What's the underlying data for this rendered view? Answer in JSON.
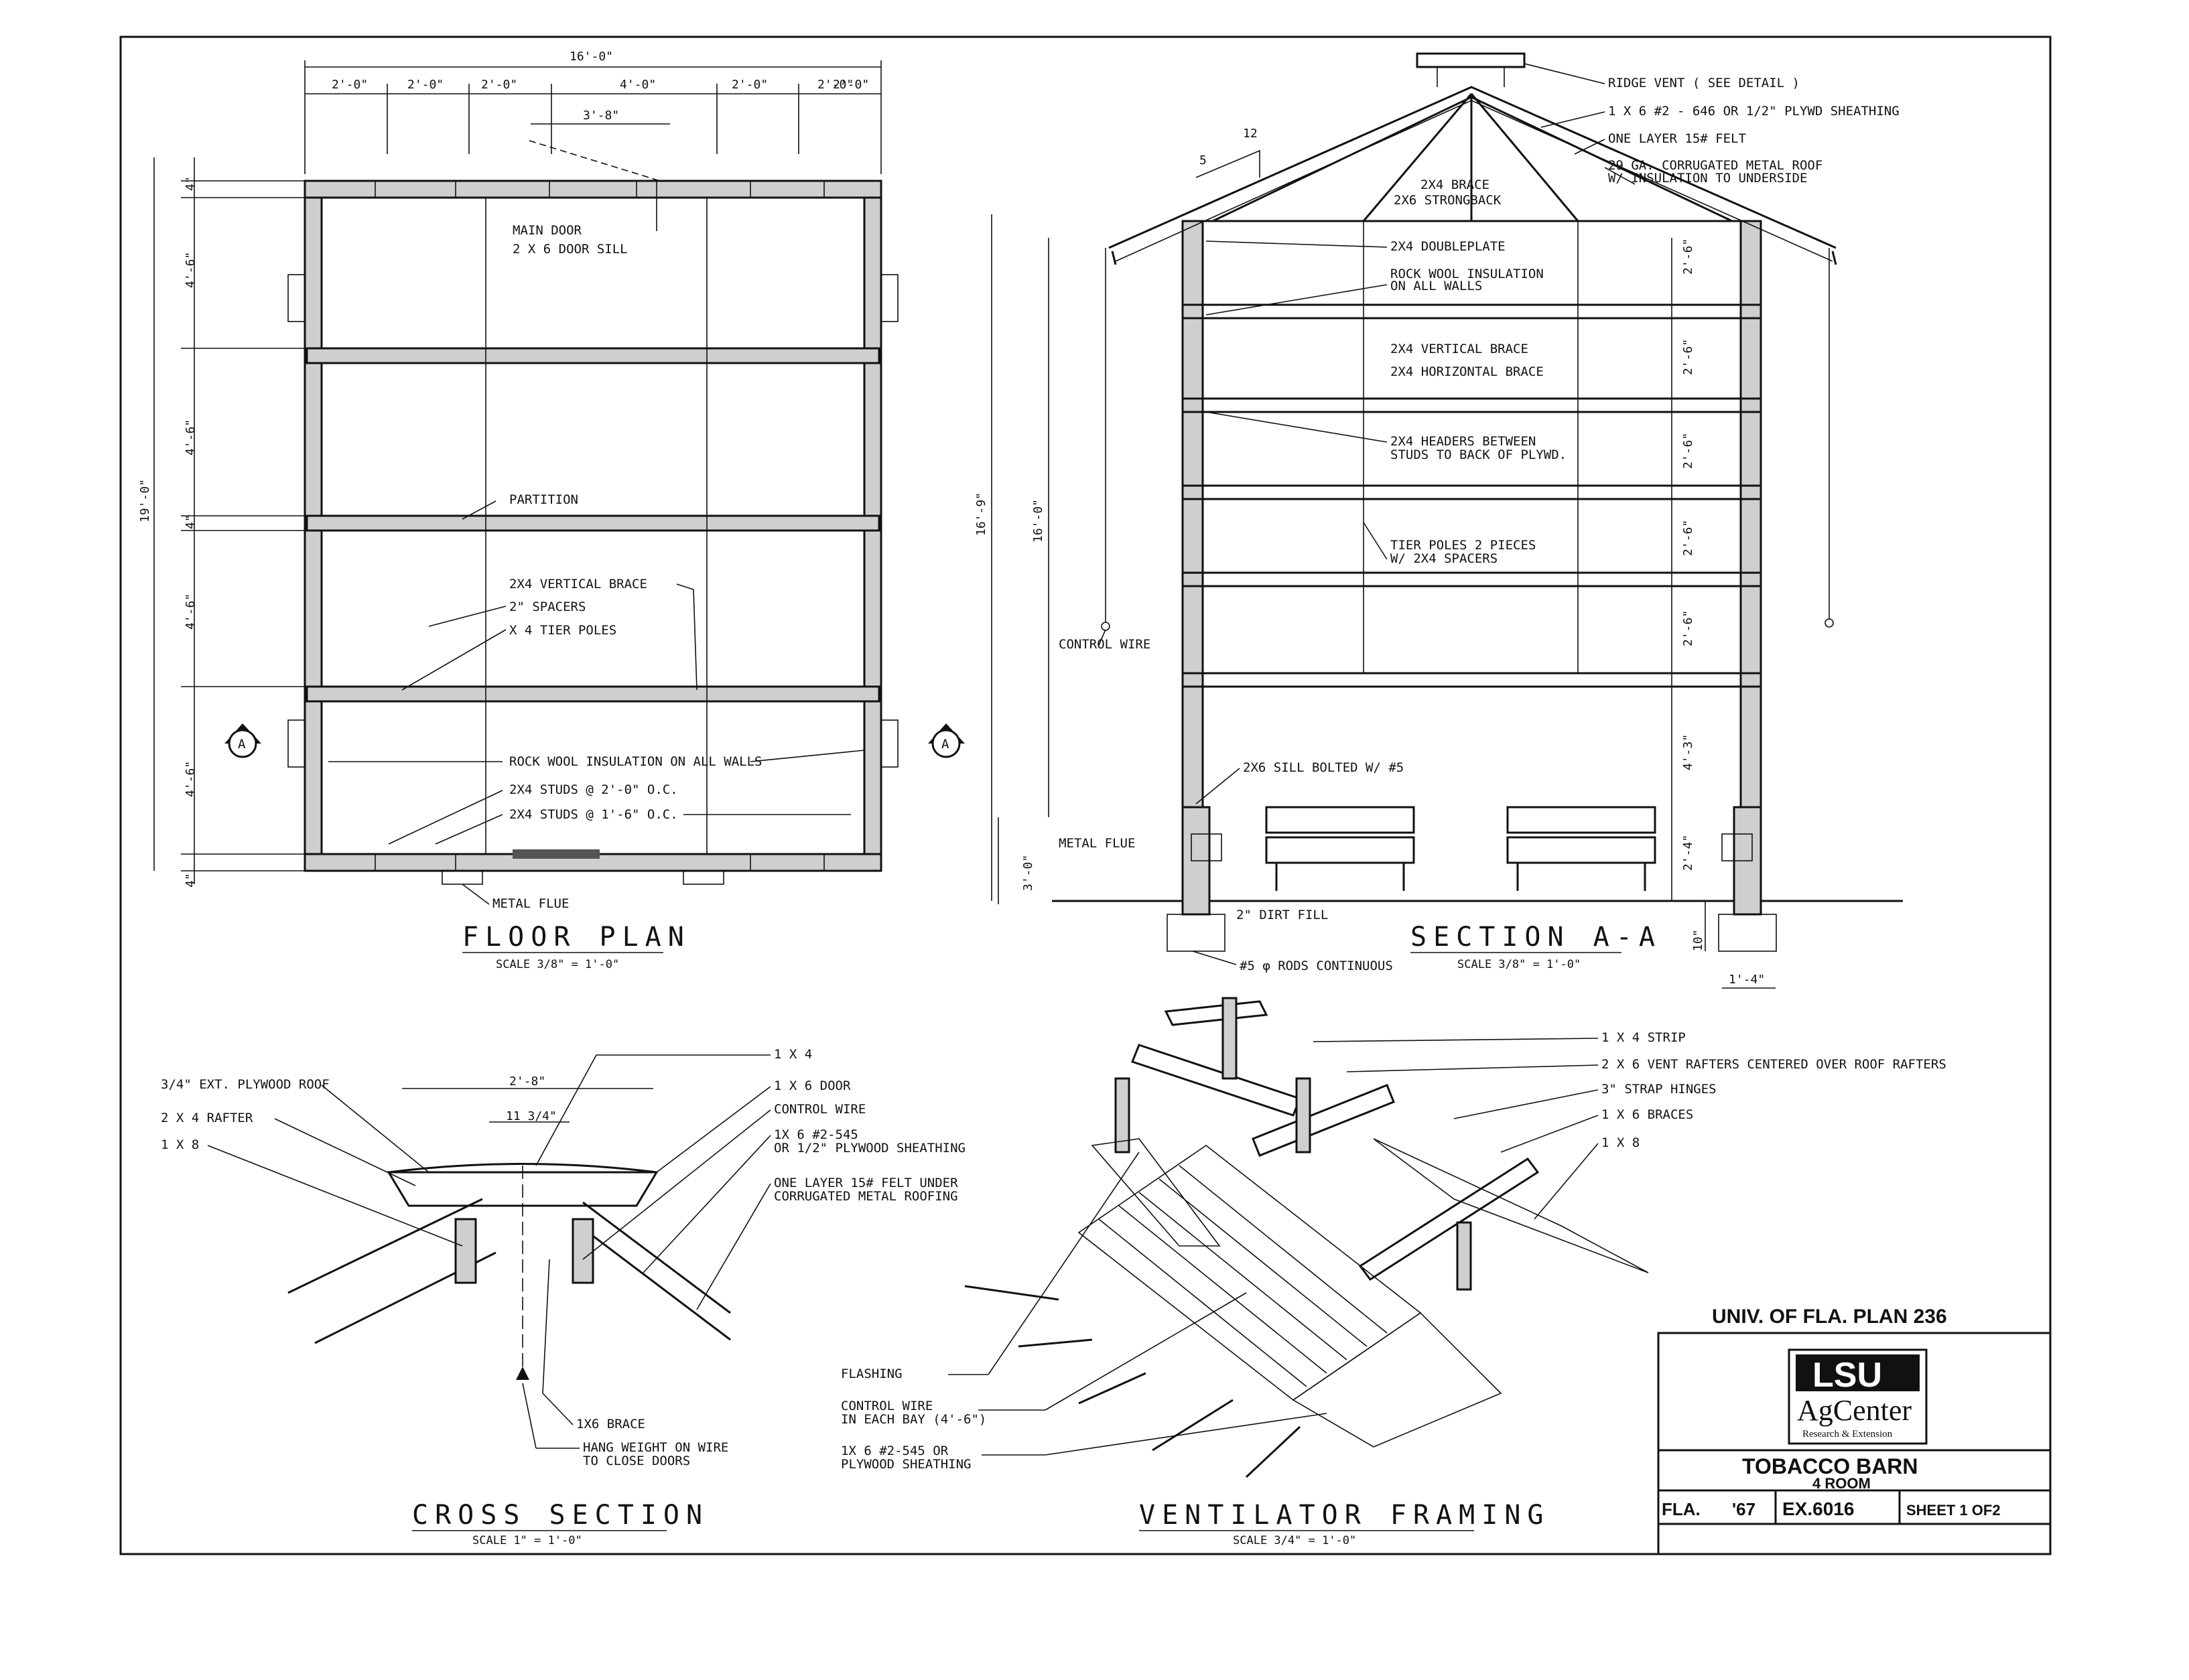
{
  "title_block": {
    "plan_header": "UNIV. OF FLA. PLAN 236",
    "logo_top": "LSU",
    "logo_middle": "AgCenter",
    "logo_bottom": "Research & Extension",
    "drawing_title": "TOBACCO BARN",
    "drawing_subtitle": "4 ROOM",
    "state": "FLA.",
    "year": "'67",
    "ex_number": "EX.6016",
    "sheet": "SHEET 1 OF2"
  },
  "floor_plan": {
    "title": "FLOOR PLAN",
    "scale": "SCALE 3/8\" = 1'-0\"",
    "overall_width": "16'-0\"",
    "top_dims": [
      "2'-0\"",
      "2'-0\"",
      "2'-0\"",
      "4'-0\"",
      "2'-0\"",
      "2'-0\"",
      "2'-0\""
    ],
    "door_dim": "3'-8\"",
    "overall_depth": "19'-0\"",
    "side_dims": [
      "4\"",
      "4'-6\"",
      "4'-6\"",
      "4\"",
      "4'-6\"",
      "4'-6\"",
      "4\""
    ],
    "labels": {
      "main_door": "MAIN DOOR",
      "door_sill": "2 X 6 DOOR SILL",
      "partition": "PARTITION",
      "vertical_brace": "2X4 VERTICAL BRACE",
      "spacers": "2\" SPACERS",
      "tier_poles": "X 4 TIER POLES",
      "rock_wool": "ROCK WOOL INSULATION ON ALL WALLS",
      "studs_24": "2X4 STUDS @ 2'-0\" O.C.",
      "studs_18": "2X4 STUDS @ 1'-6\" O.C.",
      "metal_flue": "METAL FLUE"
    },
    "section_marker": "A"
  },
  "section_aa": {
    "title": "SECTION A-A",
    "scale": "SCALE 3/8\" = 1'-0\"",
    "pitch_rise": "5",
    "pitch_run": "12",
    "labels": {
      "ridge_vent": "RIDGE VENT ( SEE DETAIL )",
      "sheathing": "1 X 6 #2 - 646 OR 1/2\" PLYWD SHEATHING",
      "felt": "ONE LAYER 15# FELT",
      "metal_roof_1": "29 GA. CORRUGATED METAL ROOF",
      "metal_roof_2": "W/ INSULATION TO UNDERSIDE",
      "brace": "2X4 BRACE",
      "strongback": "2X6 STRONGBACK",
      "doubleplate": "2X4 DOUBLEPLATE",
      "rock_wool_1": "ROCK WOOL INSULATION",
      "rock_wool_2": "ON ALL WALLS",
      "vertical_brace": "2X4 VERTICAL BRACE",
      "horizontal_brace": "2X4 HORIZONTAL BRACE",
      "headers_1": "2X4 HEADERS BETWEEN",
      "headers_2": "STUDS TO BACK OF PLYWD.",
      "tier_poles_1": "TIER POLES 2 PIECES",
      "tier_poles_2": "W/ 2X4 SPACERS",
      "control_wire": "CONTROL WIRE",
      "sill": "2X6 SILL BOLTED W/ #5",
      "metal_flue": "METAL FLUE",
      "dirt_fill": "2\" DIRT FILL",
      "rods": "#5 φ RODS CONTINUOUS"
    },
    "dims": {
      "total": "16'-9\"",
      "wall": "16'-0\"",
      "tiers": [
        "2'-6\"",
        "2'-6\"",
        "2'-6\"",
        "2'-6\"",
        "2'-6\"",
        "4'-3\"",
        "2'-4\""
      ],
      "base": "3'-0\"",
      "footing": "10\"",
      "footing_width": "1'-4\""
    }
  },
  "cross_section": {
    "title": "CROSS SECTION",
    "scale": "SCALE 1\" = 1'-0\"",
    "width": "2'-8\"",
    "inner": "11 3/4\"",
    "labels": {
      "plywood_roof": "3/4\" EXT. PLYWOOD ROOF",
      "rafter": "2 X 4 RAFTER",
      "one_by_eight": "1 X 8",
      "one_by_four": "1 X 4",
      "door": "1 X 6 DOOR",
      "control_wire": "CONTROL WIRE",
      "sheathing_1": "1X 6 #2-545",
      "sheathing_2": "OR 1/2\" PLYWOOD SHEATHING",
      "felt_1": "ONE LAYER 15# FELT UNDER",
      "felt_2": "CORRUGATED METAL ROOFING",
      "brace": "1X6 BRACE",
      "weight_1": "HANG WEIGHT ON WIRE",
      "weight_2": "TO CLOSE DOORS"
    }
  },
  "ventilator_framing": {
    "title": "VENTILATOR FRAMING",
    "scale": "SCALE 3/4\" = 1'-0\"",
    "labels": {
      "strip": "1 X 4 STRIP",
      "vent_rafters": "2 X 6 VENT RAFTERS CENTERED OVER ROOF RAFTERS",
      "hinges": "3\" STRAP HINGES",
      "braces": "1 X 6 BRACES",
      "one_by_eight": "1 X 8",
      "flashing": "FLASHING",
      "control_wire_1": "CONTROL WIRE",
      "control_wire_2": "IN EACH BAY (4'-6\")",
      "sheathing_1": "1X 6 #2-545 OR",
      "sheathing_2": "PLYWOOD SHEATHING"
    }
  }
}
